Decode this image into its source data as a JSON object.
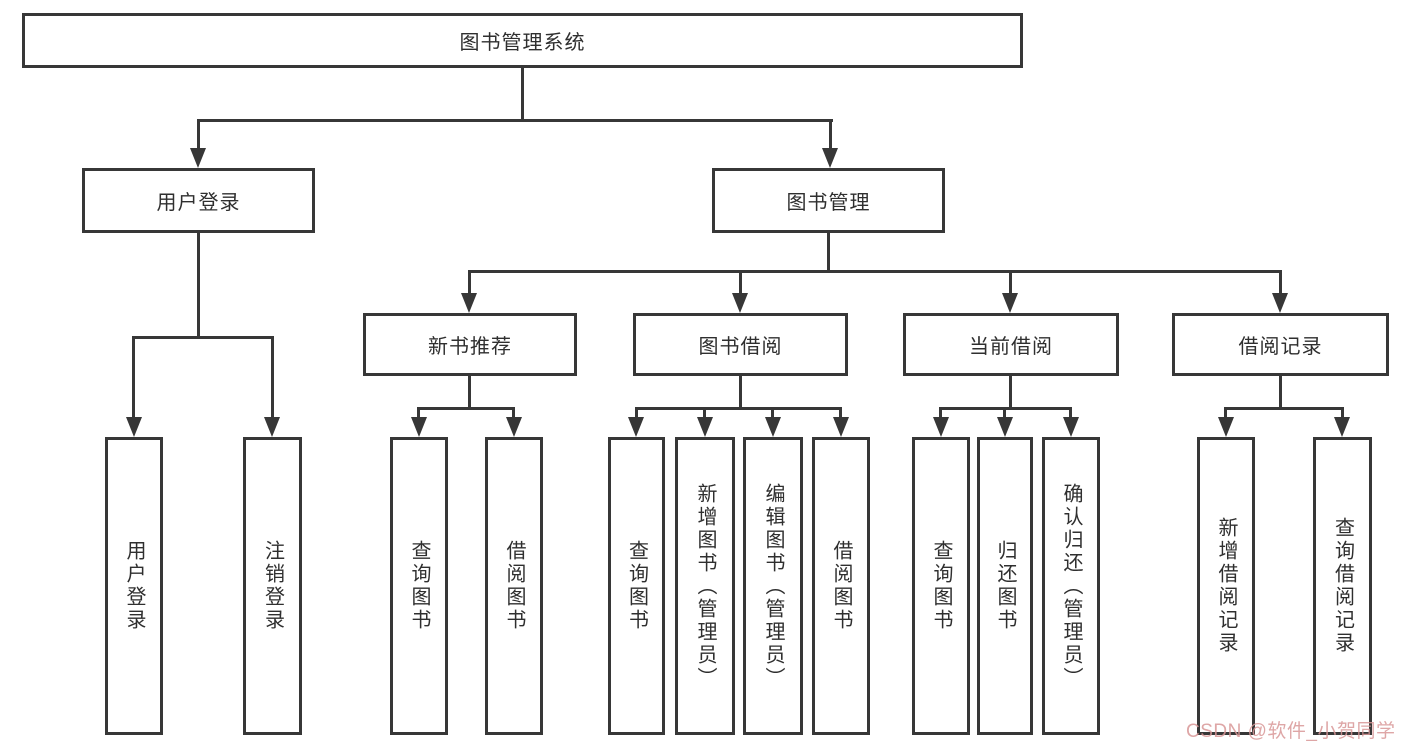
{
  "diagram": {
    "title": "图书管理系统",
    "nodes": {
      "root": "图书管理系统",
      "user_login": "用户登录",
      "book_mgmt": "图书管理",
      "new_books": "新书推荐",
      "book_borrow": "图书借阅",
      "current_borrow": "当前借阅",
      "borrow_records": "借阅记录"
    },
    "leaves": {
      "user": [
        "用户登录",
        "注销登录"
      ],
      "new_books": [
        "查询图书",
        "借阅图书"
      ],
      "book_borrow": [
        "查询图书",
        "新增图书（管理员）",
        "编辑图书（管理员）",
        "借阅图书"
      ],
      "current_borrow": [
        "查询图书",
        "归还图书",
        "确认归还（管理员）"
      ],
      "borrow_records": [
        "新增借阅记录",
        "查询借阅记录"
      ]
    },
    "line_color": "#373737",
    "watermark": "CSDN @软件_小贺同学"
  }
}
